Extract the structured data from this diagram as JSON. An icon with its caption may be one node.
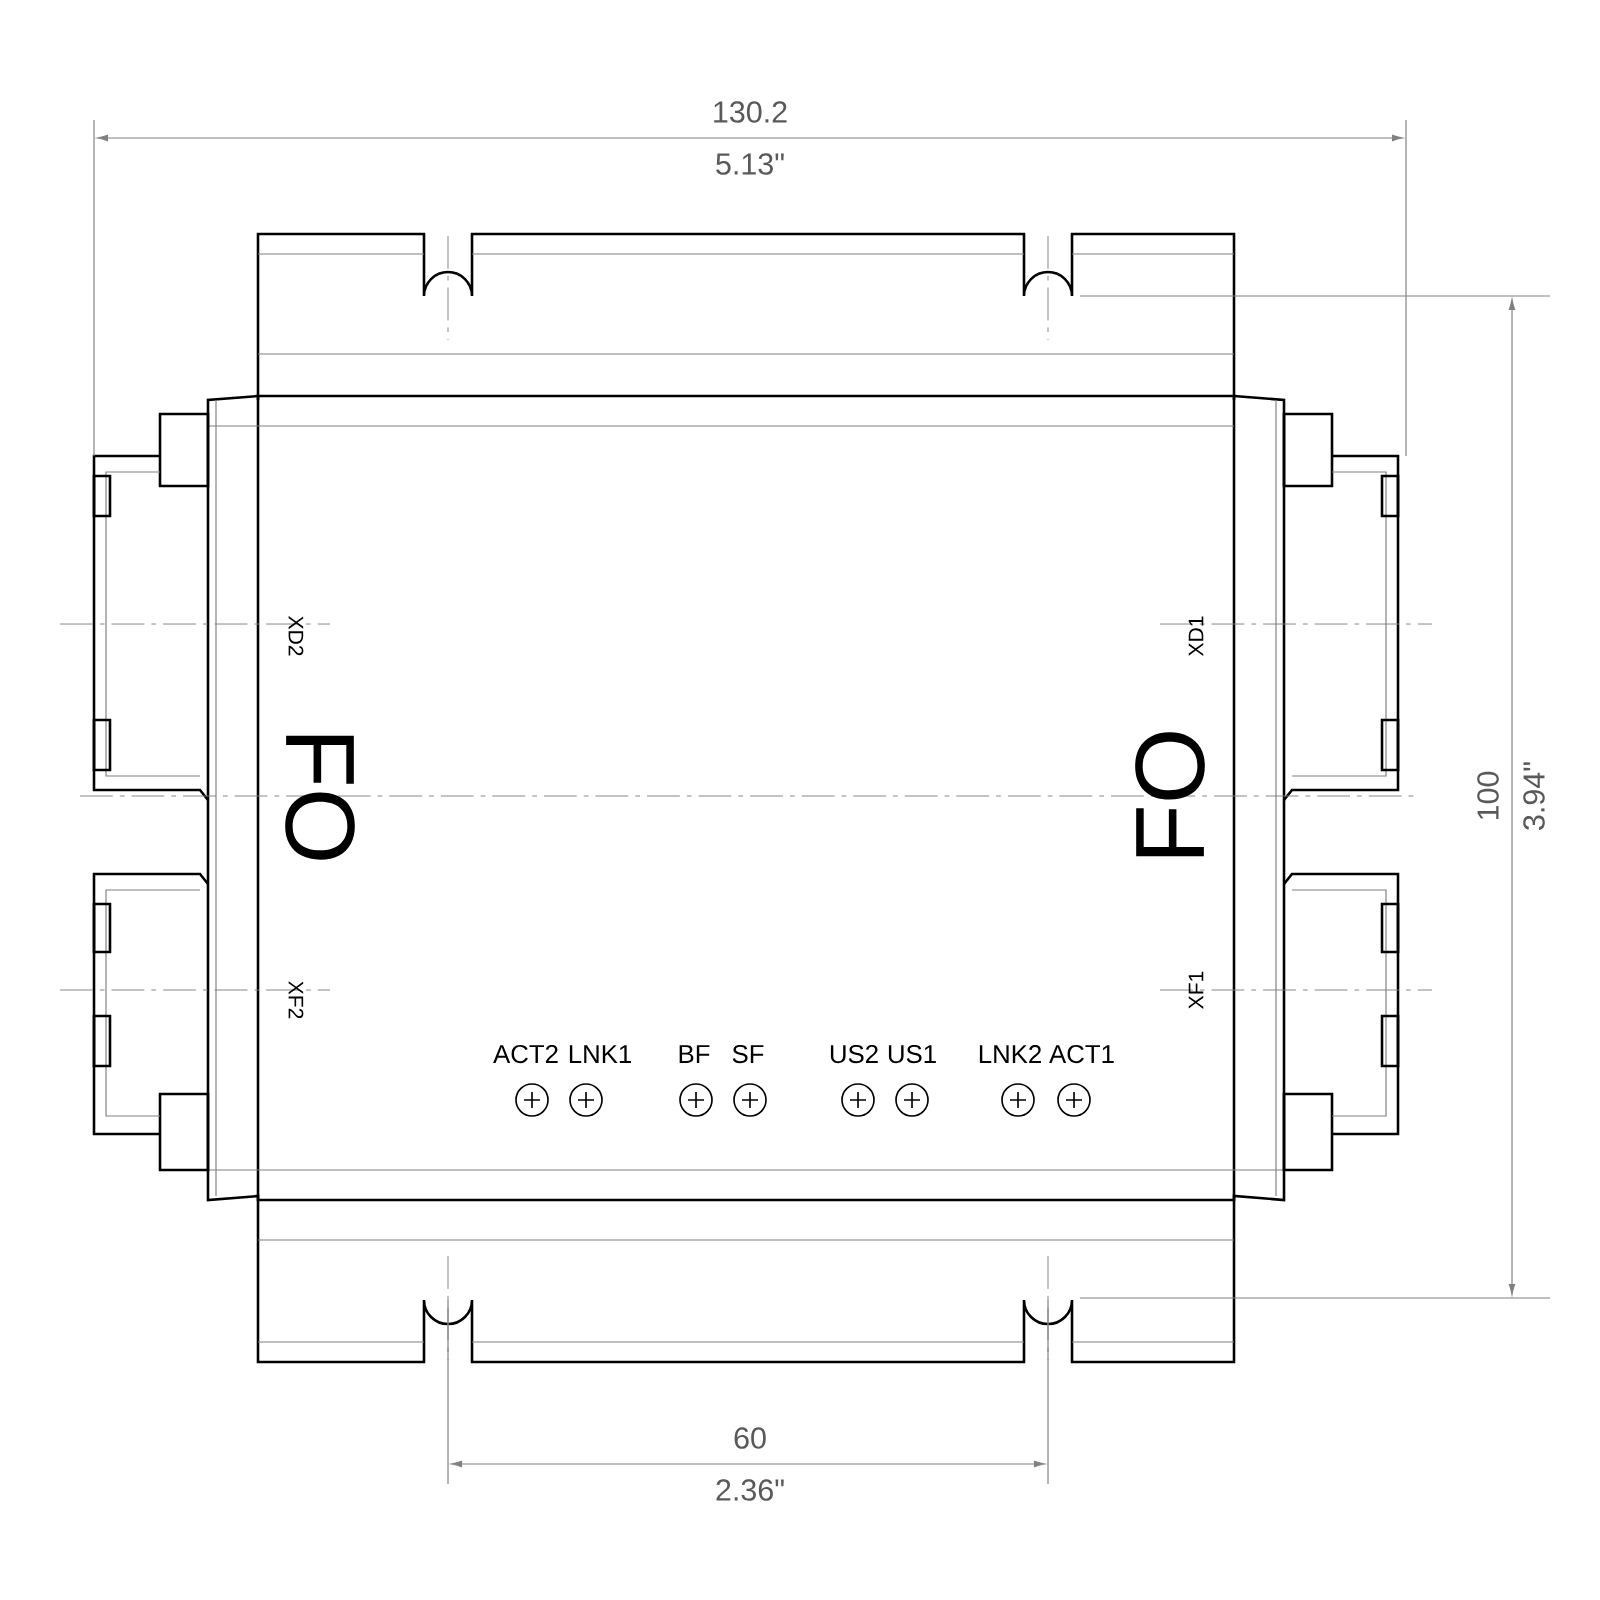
{
  "diagram": {
    "labels": [
      "130.2",
      "5.13\"",
      "XD2",
      "XD1",
      "FO",
      "FO",
      "100",
      "3.94\"",
      "XF2",
      "XF1",
      "ACT2",
      "LNK1",
      "BF",
      "SF",
      "US2",
      "US1",
      "LNK2",
      "ACT1",
      "60",
      "2.36\""
    ]
  }
}
